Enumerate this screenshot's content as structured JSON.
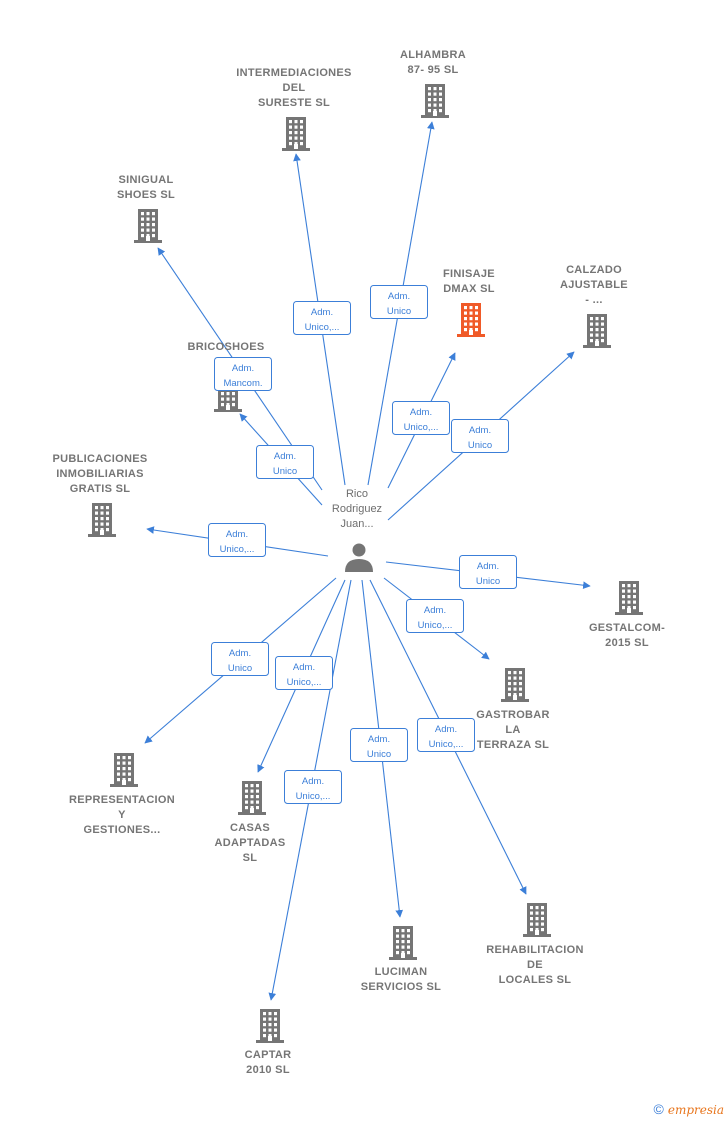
{
  "center": {
    "name_lines": [
      "Rico",
      "Rodriguez",
      "Juan..."
    ]
  },
  "colors": {
    "edge": "#3c7fd8",
    "building": "#757575",
    "highlight": "#f05a28"
  },
  "companies": [
    {
      "id": "alhambra",
      "lines": [
        "ALHAMBRA",
        "87- 95 SL"
      ],
      "role": [
        "Adm.",
        "Unico"
      ]
    },
    {
      "id": "intermediaciones",
      "lines": [
        "INTERMEDIACIONES",
        "DEL",
        "SURESTE SL"
      ],
      "role": [
        "Adm.",
        "Unico,..."
      ]
    },
    {
      "id": "sinigual",
      "lines": [
        "SINIGUAL",
        "SHOES SL"
      ],
      "role": [
        "Adm.",
        "Mancom."
      ]
    },
    {
      "id": "finisaje",
      "lines": [
        "FINISAJE",
        "DMAX SL"
      ],
      "role": [
        "Adm.",
        "Unico,..."
      ],
      "highlight": true
    },
    {
      "id": "calzado",
      "lines": [
        "CALZADO",
        "AJUSTABLE",
        "- ..."
      ],
      "role": [
        "Adm.",
        "Unico"
      ]
    },
    {
      "id": "bricoshoes",
      "lines": [
        "BRICOSHOES"
      ],
      "role": [
        "Adm.",
        "Unico"
      ]
    },
    {
      "id": "publicaciones",
      "lines": [
        "PUBLICACIONES",
        "INMOBILIARIAS",
        "GRATIS SL"
      ],
      "role": [
        "Adm.",
        "Unico,..."
      ]
    },
    {
      "id": "gestalcom",
      "lines": [
        "GESTALCOM-",
        "2015 SL"
      ],
      "role": [
        "Adm.",
        "Unico"
      ]
    },
    {
      "id": "gastrobar",
      "lines": [
        "GASTROBAR",
        "LA",
        "TERRAZA SL"
      ],
      "role": [
        "Adm.",
        "Unico,..."
      ]
    },
    {
      "id": "representacion",
      "lines": [
        "REPRESENTACION",
        "Y",
        "GESTIONES..."
      ],
      "role": [
        "Adm.",
        "Unico"
      ]
    },
    {
      "id": "casas",
      "lines": [
        "CASAS",
        "ADAPTADAS",
        "SL"
      ],
      "role": [
        "Adm.",
        "Unico,..."
      ]
    },
    {
      "id": "captar",
      "lines": [
        "CAPTAR",
        "2010 SL"
      ],
      "role": [
        "Adm.",
        "Unico,..."
      ]
    },
    {
      "id": "luciman",
      "lines": [
        "LUCIMAN",
        "SERVICIOS SL"
      ],
      "role": [
        "Adm.",
        "Unico"
      ]
    },
    {
      "id": "rehabilitacion",
      "lines": [
        "REHABILITACION",
        "DE",
        "LOCALES SL"
      ],
      "role": [
        "Adm.",
        "Unico,..."
      ]
    }
  ],
  "footer": {
    "copyright": "©",
    "brand": "mpresia",
    "brand_initial": "e"
  }
}
